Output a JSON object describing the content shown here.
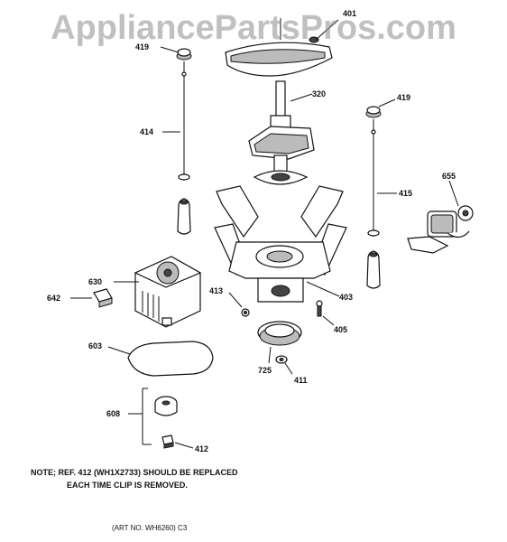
{
  "watermark": "AppliancePartsPros.com",
  "callouts": {
    "p401": "401",
    "p419a": "419",
    "p320": "320",
    "p419b": "419",
    "p414": "414",
    "p415": "415",
    "p655": "655",
    "p630": "630",
    "p642": "642",
    "p413": "413",
    "p403": "403",
    "p405": "405",
    "p603": "603",
    "p725": "725",
    "p411": "411",
    "p608": "608",
    "p412": "412"
  },
  "note": {
    "line1": "NOTE; REF. 412 (WH1X2733) SHOULD BE REPLACED",
    "line2": "EACH TIME CLIP IS REMOVED."
  },
  "art_no": "(ART NO. WH6260) C3"
}
